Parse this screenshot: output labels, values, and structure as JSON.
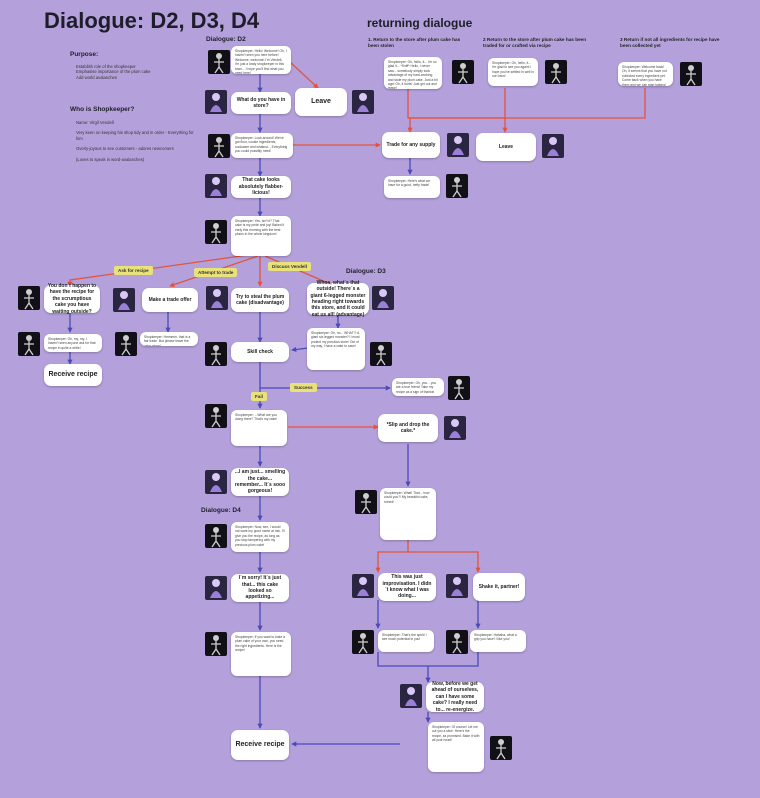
{
  "page": {
    "title": "Dialogue: D2, D3, D4",
    "returning_title": "returning dialogue"
  },
  "left_panel": {
    "purpose_heading": "Purpose:",
    "purpose_items": [
      "Establish role of the shopkeeper",
      "Emphasise importance of the plum cake",
      "Add world avalanches"
    ],
    "who_heading": "Who is Shopkeeper?",
    "who_items": [
      "Name: Virgil Vendell",
      "Very keen on keeping his shop tidy and in order - Everything for him",
      "Overly-joyous to see customers - adores newcomers",
      "(Loves to speak in word-avalanches)"
    ]
  },
  "sections": {
    "d2": "Dialogue: D2",
    "d3": "Dialogue: D3",
    "d4": "Dialogue: D4"
  },
  "returning": {
    "headers": [
      "1. Return to the store after plum cake has been stolen",
      "2 Return to the store after plum cake has been traded for or crafted via recipe",
      "3 Return if not all ingredients for recipe have been collected yet"
    ],
    "lines": [
      "Shopkeeper: Oh, hello, it... I'm so glad it... *Sniff* Hello, I never saw... somebody simply took advantage of my hard-working and stole my plum cake. Just a bit ago! Oh, it hurts! Just get out and leave!",
      "Shopkeeper: Oh, hello, it... I'm glad to see you again! I hope you've settled in well in our town!",
      "Shopkeeper: Welcome back! Oh, it seems that you have not collected every ingredient yet. Come back when you have them and we can start baking!"
    ]
  },
  "cards": {
    "what_store": "What do you have in store?",
    "leave": "Leave",
    "trade_supply": "Trade for any supply",
    "leave2": "Leave",
    "cake_fab": "That cake looks absolutely flabber-licious!",
    "you_dont": "You don´t happen to have the recipe for the scrumptious cake you have waiting outside?",
    "trade_offer": "Make a trade offer",
    "steal": "Try to steal the plum cake (disadvantage)",
    "whoa": "Whoa, what´s that outside! There´s a giant 6-legged monster heading right towards this store, and it could eat us all! (advantage)",
    "skill": "Skill check",
    "i_am_just": "...I am just... smelling the cake... remember... It´s sooo gorgeous!",
    "slip": "*Slip and drop the cake.*",
    "recipe1": "Receive recipe",
    "hmm": "I´m sorry! It´s just that... this cake looked so appetizing...",
    "improvisation": "This was just improvisation. I didn´t know what I was doing...",
    "shake": "Shake it, partner!",
    "now_before": "Now, before we get ahead of ourselves, can I have some cake? I really need to... re-energize.",
    "recipe_final": "Receive recipe"
  },
  "labels": {
    "ask": "Ask for recipe",
    "attempt": "Attempt to trade",
    "discuss": "Discuss Vendell",
    "success": "Success",
    "fail": "Fail"
  },
  "dialogue": {
    "greet": "Shopkeeper: Hello! Welcome! Oh, I haven't seen you here before! Welcome, welcome! I'm Vendell, I'm just a lowly shopkeeper in this town... I hope you'll find what you need here!",
    "have": "Shopkeeper: Look around! We've got flour, cookie ingredients, cookware and whatnot... Everything you could possibly need!",
    "trade_ok": "Shopkeeper: Here's what we have for a good, hefty trade!",
    "cake_talk": "Shopkeeper: Yes, isn't it? That cake is my pride and joy! Baked it early this morning with the best plums in the whole kingdom!",
    "recipe_no": "Shopkeeper: Oh, my, my, I haven't seen anyone ask for that recipe in quite a while!",
    "offer_no": "Shopkeeper: Hmmmm, that is a fair trade. But please leave the cake alone!",
    "monster": "Shopkeeper: Oh, no... WHAT?! A giant six-legged monster?! I must protect my precious store! Out of my way, I have a cake to save!",
    "success_line": "Shopkeeper: Oh, you... you are a true friend! Take my recipe as a sign of thanks!",
    "fail_line": "Shopkeeper: ...What are you doing there? That's my cake!",
    "slip_line": "Shopkeeper: What! That... how could you?! My beautiful cake, ruined!",
    "sorry_line": "Shopkeeper: Now, see, I would not want my good name at risk. I'll give you the recipe, as long as you stop tampering with my precious plum cake!",
    "recipe_line": "Shopkeeper: If you want to bake a plum cake of your own, you need the right ingredients. Here is the recipe!",
    "improv_line": "Shopkeeper: That's the spirit! I see much potential in you!",
    "shake_line": "Shopkeeper: Hahaha, what a grip you have! I like you!",
    "final_line": "Shopkeeper: Of course! Let me cut you a slice. Here's the recipe, as promised. Bake it with all your heart!"
  },
  "colors": {
    "background": "#b4a1dc",
    "red_arrow": "#e5533d",
    "blue_arrow": "#4a4ab8",
    "label_fill": "#e9e27a"
  }
}
